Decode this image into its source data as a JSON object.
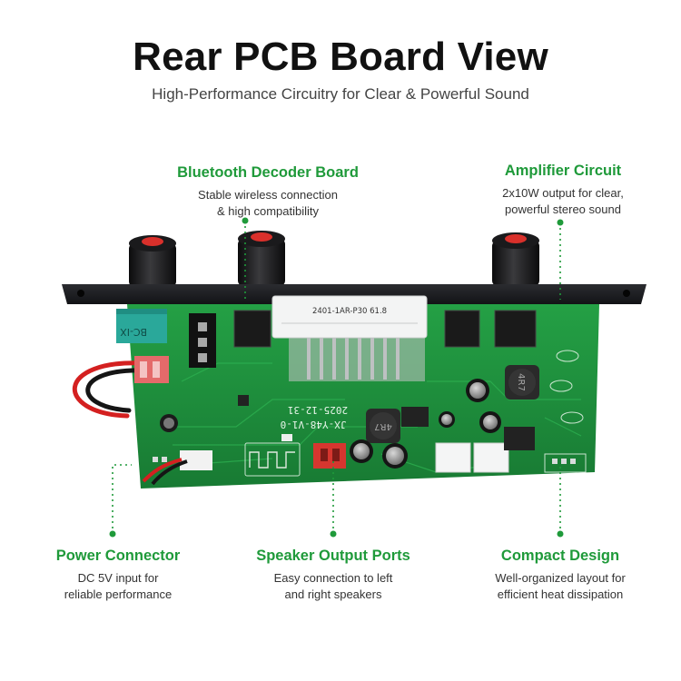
{
  "header": {
    "title": "Rear PCB Board View",
    "subtitle": "High-Performance Circuitry for Clear & Powerful Sound"
  },
  "callouts": [
    {
      "title": "Bluetooth Decoder Board",
      "line1": "Stable wireless connection",
      "line2": "& high compatibility"
    },
    {
      "title": "Amplifier Circuit",
      "line1": "2x10W output for clear,",
      "line2": "powerful stereo sound"
    },
    {
      "title": "Power Connector",
      "line1": "DC 5V input for",
      "line2": "reliable performance"
    },
    {
      "title": "Speaker Output Ports",
      "line1": "Easy connection to left",
      "line2": "and right speakers"
    },
    {
      "title": "Compact Design",
      "line1": "Well-organized layout for",
      "line2": "efficient heat dissipation"
    }
  ],
  "board": {
    "chip_label": "2401-1AR-P30 61.8",
    "date_label": "2025-12-31",
    "model_label": "JX-Y48-V1-0",
    "module_label": "BC-IX",
    "inductor_label": "4R7"
  },
  "colors": {
    "accent": "#1f9a3a",
    "pcb": "#1e8f3c",
    "panel": "#1c1d20"
  }
}
